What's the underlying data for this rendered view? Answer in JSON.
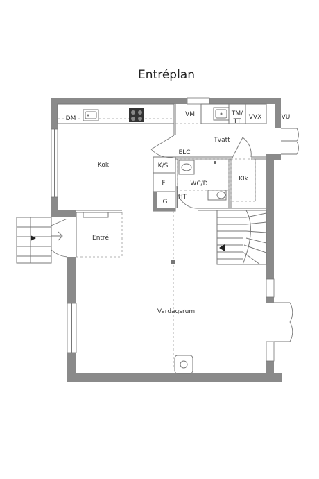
{
  "title": "Entréplan",
  "rooms": {
    "kok": "Kök",
    "tvatt": "Tvätt",
    "entre": "Entré",
    "vardagsrum": "Vardagsrum",
    "wcd": "WC/D",
    "klk": "Klk"
  },
  "fixtures": {
    "dm": "DM",
    "vm": "VM",
    "tmtt_line1": "TM/",
    "tmtt_line2": "TT",
    "vvx": "VVX",
    "vu": "VU",
    "elc": "ELC",
    "ks": "K/S",
    "f": "F",
    "g": "G",
    "ht": "HT"
  },
  "colors": {
    "wall": "#8a8a8a",
    "line": "#777777",
    "text": "#333333"
  }
}
